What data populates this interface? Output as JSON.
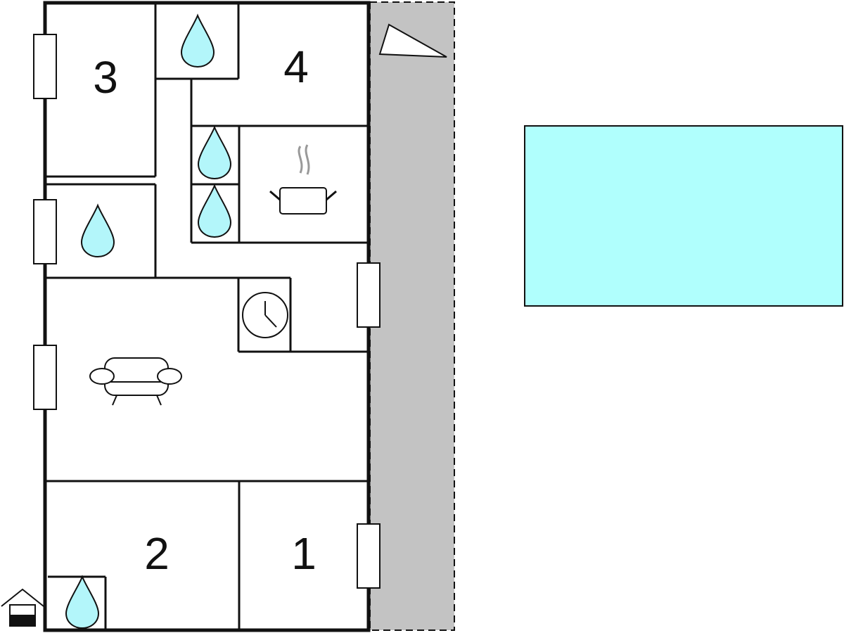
{
  "rooms": [
    {
      "label": "1"
    },
    {
      "label": "2"
    },
    {
      "label": "3"
    },
    {
      "label": "4"
    }
  ],
  "icons": {
    "bathroom": "water-drop-icon",
    "kitchen": "cooking-pot-icon",
    "living": "sofa-icon",
    "utility": "clock-icon",
    "terrace": "sun-triangle-icon",
    "pool": "pool-rectangle",
    "entrance": "house-icon"
  },
  "colors": {
    "water": "#b3f6fa",
    "terrace": "#c3c3c3",
    "pool": "#b0fffd",
    "wall": "#111111"
  }
}
